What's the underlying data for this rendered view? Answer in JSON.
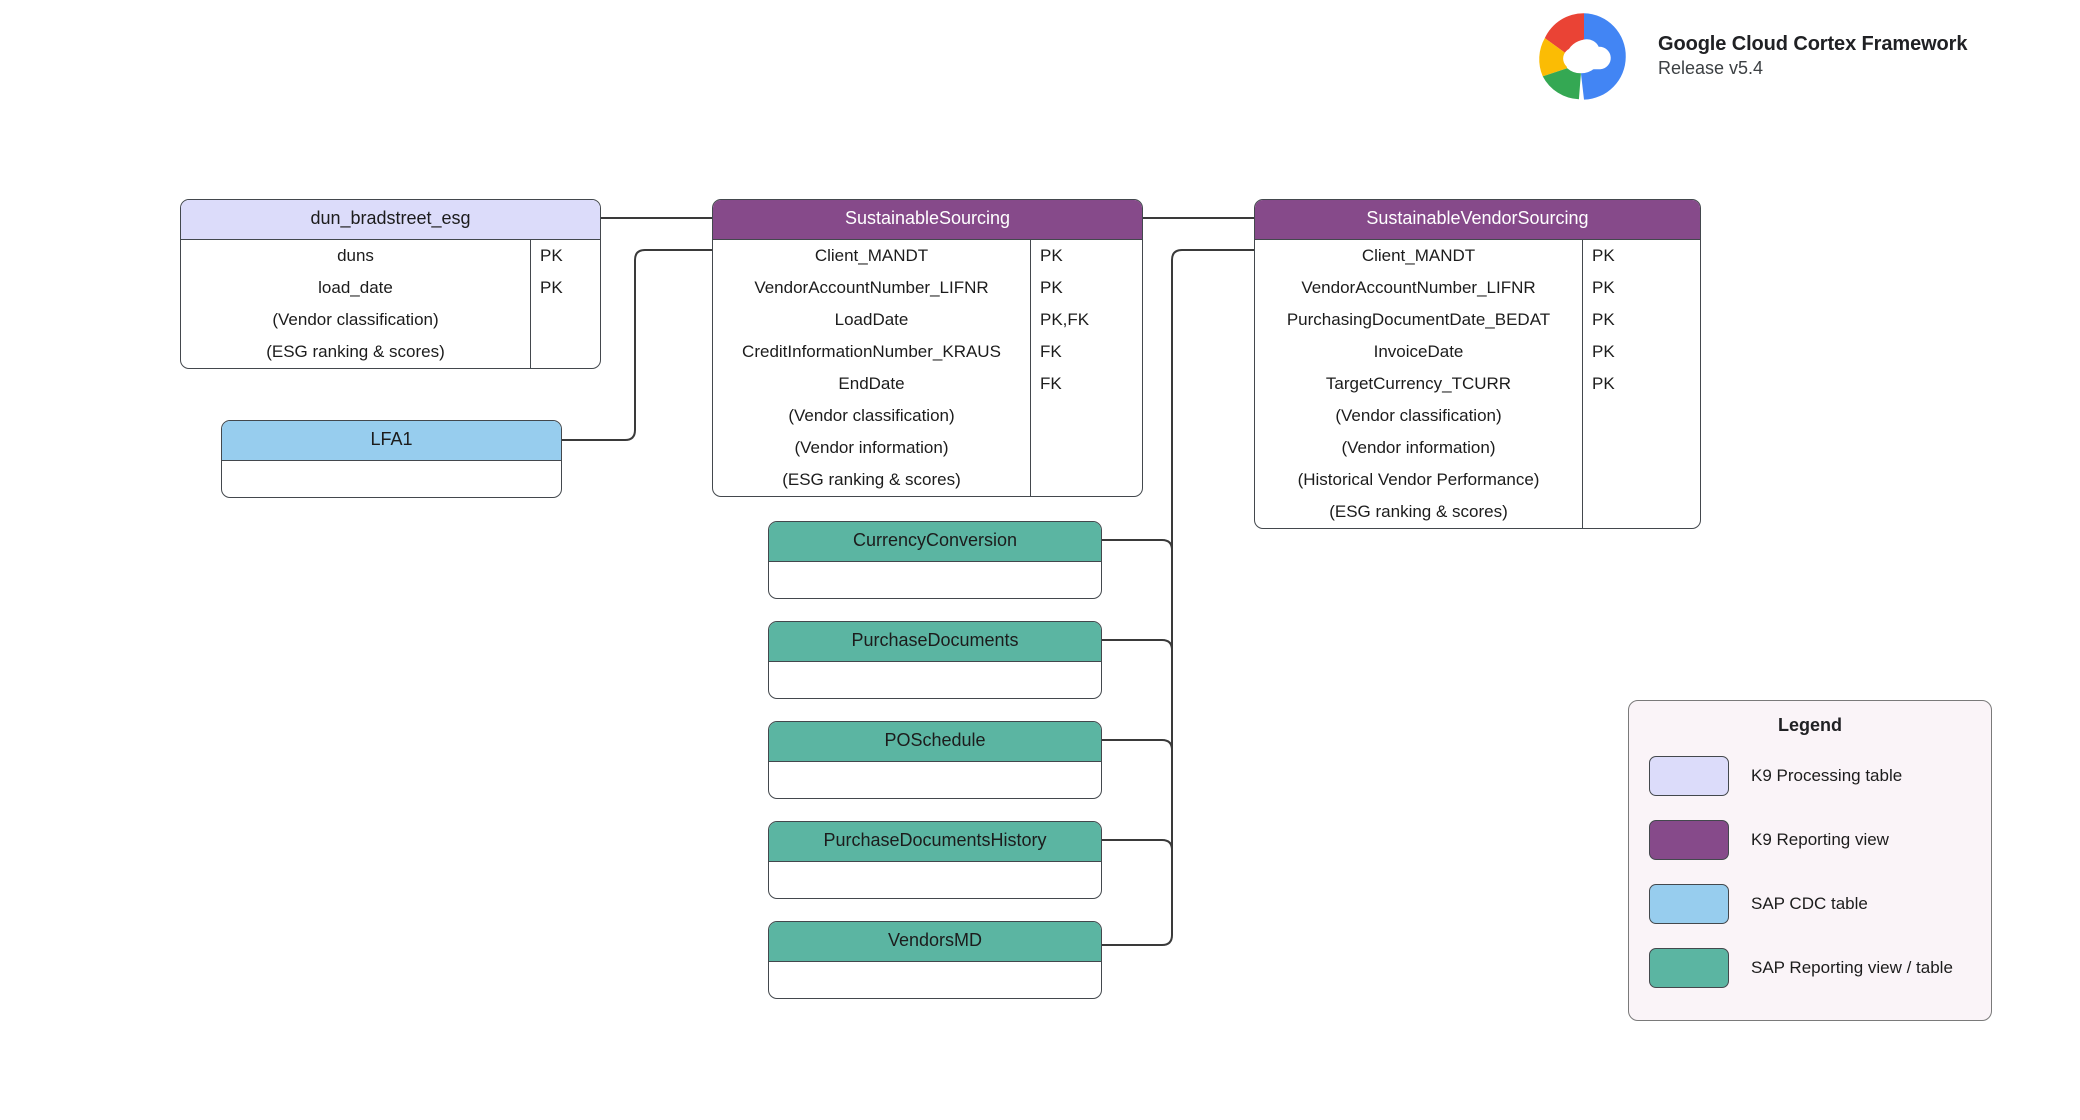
{
  "brand": {
    "title": "Google Cloud Cortex Framework",
    "release": "Release v5.4",
    "logo_icon": "google-cloud-logo",
    "colors": {
      "red": "#EA4335",
      "yellow": "#FBBC04",
      "green": "#34A853",
      "blue": "#4285F4"
    }
  },
  "palette": {
    "k9_processing_table": "#dcdcfa",
    "k9_reporting_view": "#864a8a",
    "sap_cdc_table": "#97cdee",
    "sap_reporting_view": "#5bb5a2",
    "border": "#43484d",
    "connector": "#3a3a3a",
    "legend_background": "#faf4f8"
  },
  "entities": [
    {
      "id": "dun_bradstreet_esg",
      "title": "dun_bradstreet_esg",
      "type": "K9 Processing table",
      "fields": [
        {
          "name": "duns",
          "key": "PK"
        },
        {
          "name": "load_date",
          "key": "PK"
        },
        {
          "name": "(Vendor classification)",
          "key": ""
        },
        {
          "name": "(ESG ranking & scores)",
          "key": ""
        }
      ]
    },
    {
      "id": "lfa1",
      "title": "LFA1",
      "type": "SAP CDC table",
      "fields": []
    },
    {
      "id": "sustainable_sourcing",
      "title": "SustainableSourcing",
      "type": "K9 Reporting view",
      "fields": [
        {
          "name": "Client_MANDT",
          "key": "PK"
        },
        {
          "name": "VendorAccountNumber_LIFNR",
          "key": "PK"
        },
        {
          "name": "LoadDate",
          "key": "PK,FK"
        },
        {
          "name": "CreditInformationNumber_KRAUS",
          "key": "FK"
        },
        {
          "name": "EndDate",
          "key": "FK"
        },
        {
          "name": "(Vendor classification)",
          "key": ""
        },
        {
          "name": "(Vendor information)",
          "key": ""
        },
        {
          "name": "(ESG ranking & scores)",
          "key": ""
        }
      ]
    },
    {
      "id": "sustainable_vendor_sourcing",
      "title": "SustainableVendorSourcing",
      "type": "K9 Reporting view",
      "fields": [
        {
          "name": "Client_MANDT",
          "key": "PK"
        },
        {
          "name": "VendorAccountNumber_LIFNR",
          "key": "PK"
        },
        {
          "name": "PurchasingDocumentDate_BEDAT",
          "key": "PK"
        },
        {
          "name": "InvoiceDate",
          "key": "PK"
        },
        {
          "name": "TargetCurrency_TCURR",
          "key": "PK"
        },
        {
          "name": "(Vendor classification)",
          "key": ""
        },
        {
          "name": "(Vendor information)",
          "key": ""
        },
        {
          "name": "(Historical Vendor Performance)",
          "key": ""
        },
        {
          "name": "(ESG ranking & scores)",
          "key": ""
        }
      ]
    },
    {
      "id": "currency_conversion",
      "title": "CurrencyConversion",
      "type": "SAP Reporting view / table",
      "fields": []
    },
    {
      "id": "purchase_documents",
      "title": "PurchaseDocuments",
      "type": "SAP Reporting view / table",
      "fields": []
    },
    {
      "id": "po_schedule",
      "title": "POSchedule",
      "type": "SAP Reporting view / table",
      "fields": []
    },
    {
      "id": "purchase_documents_history",
      "title": "PurchaseDocumentsHistory",
      "type": "SAP Reporting view / table",
      "fields": []
    },
    {
      "id": "vendors_md",
      "title": "VendorsMD",
      "type": "SAP Reporting view / table",
      "fields": []
    }
  ],
  "legend": {
    "title": "Legend",
    "items": [
      {
        "label": "K9 Processing table",
        "color": "#dcdcfa"
      },
      {
        "label": "K9 Reporting view",
        "color": "#864a8a"
      },
      {
        "label": "SAP CDC table",
        "color": "#97cdee"
      },
      {
        "label": "SAP Reporting view / table",
        "color": "#5bb5a2"
      }
    ]
  }
}
